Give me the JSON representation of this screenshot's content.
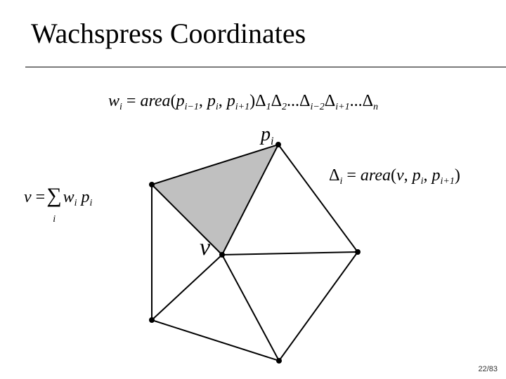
{
  "slide": {
    "title": "Wachspress Coordinates",
    "page_number": "22/83"
  },
  "formulas": {
    "weight": {
      "lhs": "w",
      "lhs_sub": "i",
      "eq": "=",
      "fn": "area",
      "open": "(",
      "p1": "p",
      "p1_sub": "i−1",
      "c1": ",",
      "p2": "p",
      "p2_sub": "i",
      "c2": ",",
      "p3": "p",
      "p3_sub": "i+1",
      "close": ")",
      "d1": "Δ",
      "d1_sub": "1",
      "d2": "Δ",
      "d2_sub": "2",
      "dots1": "...",
      "d3": "Δ",
      "d3_sub": "i−2",
      "d4": "Δ",
      "d4_sub": "i+1",
      "dots2": "...",
      "d5": "Δ",
      "d5_sub": "n"
    },
    "delta": {
      "lhs": "Δ",
      "lhs_sub": "i",
      "eq": "=",
      "fn": "area",
      "open": "(",
      "v": "v",
      "c1": ",",
      "p1": "p",
      "p1_sub": "i",
      "c2": ",",
      "p2": "p",
      "p2_sub": "i+1",
      "close": ")"
    },
    "combination": {
      "lhs": "v",
      "eq": "=",
      "sum": "∑",
      "sum_index": "i",
      "w": "w",
      "w_sub": "i",
      "p": "p",
      "p_sub": "i"
    }
  },
  "labels": {
    "vertex_p": "p",
    "vertex_p_sub": "i",
    "center_v": "v"
  },
  "colors": {
    "shaded_triangle": "#c0c0c0",
    "lines": "#000000"
  }
}
